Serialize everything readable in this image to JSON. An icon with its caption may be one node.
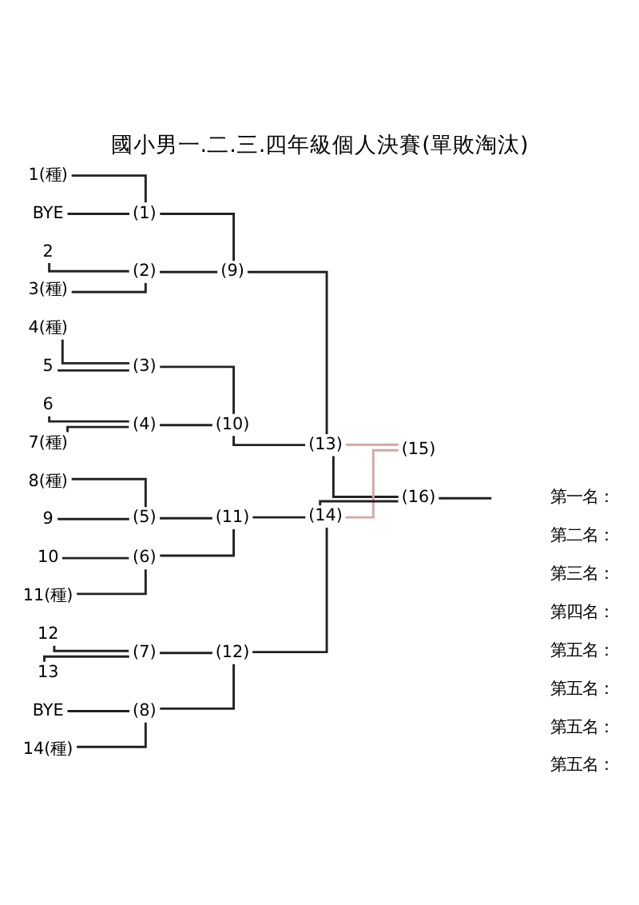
{
  "diagram": {
    "title": "國小男一.二.三.四年級個人決賽(單敗淘汰)",
    "nodes": [
      {
        "text": [
          "1(種)"
        ]
      },
      {
        "text": [
          "BYE"
        ]
      },
      {
        "text": [
          "2"
        ]
      },
      {
        "text": [
          "3(種)"
        ]
      },
      {
        "text": [
          "4(種)"
        ]
      },
      {
        "text": [
          "5"
        ]
      },
      {
        "text": [
          "6"
        ]
      },
      {
        "text": [
          "7(種)"
        ]
      },
      {
        "text": [
          "8(種)"
        ]
      },
      {
        "text": [
          "9"
        ]
      },
      {
        "text": [
          "10"
        ]
      },
      {
        "text": [
          "11(種)"
        ]
      },
      {
        "text": [
          "12"
        ]
      },
      {
        "text": [
          "13"
        ]
      },
      {
        "text": [
          "BYE"
        ]
      },
      {
        "text": [
          "14(種)"
        ]
      },
      {
        "text": [
          "(1)"
        ]
      },
      {
        "text": [
          "(2)"
        ]
      },
      {
        "text": [
          "(3)"
        ]
      },
      {
        "text": [
          "(4)"
        ]
      },
      {
        "text": [
          "(5)"
        ]
      },
      {
        "text": [
          "(6)"
        ]
      },
      {
        "text": [
          "(7)"
        ]
      },
      {
        "text": [
          "(8)"
        ]
      },
      {
        "text": [
          "(9)"
        ]
      },
      {
        "text": [
          "(10)"
        ]
      },
      {
        "text": [
          "(11)"
        ]
      },
      {
        "text": [
          "(12)"
        ]
      },
      {
        "text": [
          "(13)"
        ]
      },
      {
        "text": [
          "(14)"
        ]
      },
      {
        "text": [
          "(15)"
        ]
      },
      {
        "text": [
          "(16)"
        ]
      }
    ],
    "edges": [
      {
        "from": 0,
        "to": 16,
        "arrow": "none"
      },
      {
        "from": 1,
        "to": 16,
        "arrow": "none"
      },
      {
        "from": 2,
        "to": 17,
        "arrow": "none"
      },
      {
        "from": 3,
        "to": 17,
        "arrow": "none"
      },
      {
        "from": 4,
        "to": 18,
        "arrow": "none"
      },
      {
        "from": 5,
        "to": 18,
        "arrow": "none"
      },
      {
        "from": 6,
        "to": 19,
        "arrow": "none"
      },
      {
        "from": 7,
        "to": 19,
        "arrow": "none"
      },
      {
        "from": 8,
        "to": 20,
        "arrow": "none"
      },
      {
        "from": 9,
        "to": 20,
        "arrow": "none"
      },
      {
        "from": 10,
        "to": 21,
        "arrow": "none"
      },
      {
        "from": 11,
        "to": 21,
        "arrow": "none"
      },
      {
        "from": 12,
        "to": 22,
        "arrow": "none"
      },
      {
        "from": 13,
        "to": 22,
        "arrow": "none"
      },
      {
        "from": 14,
        "to": 23,
        "arrow": "none"
      },
      {
        "from": 15,
        "to": 23,
        "arrow": "none"
      },
      {
        "from": 16,
        "to": 24,
        "arrow": "none"
      },
      {
        "from": 17,
        "to": 24,
        "arrow": "none"
      },
      {
        "from": 18,
        "to": 25,
        "arrow": "none"
      },
      {
        "from": 19,
        "to": 25,
        "arrow": "none"
      },
      {
        "from": 20,
        "to": 26,
        "arrow": "none"
      },
      {
        "from": 21,
        "to": 26,
        "arrow": "none"
      },
      {
        "from": 22,
        "to": 27,
        "arrow": "none"
      },
      {
        "from": 23,
        "to": 27,
        "arrow": "none"
      },
      {
        "from": 24,
        "to": 28,
        "arrow": "none"
      },
      {
        "from": 25,
        "to": 28,
        "arrow": "none"
      },
      {
        "from": 26,
        "to": 29,
        "arrow": "none"
      },
      {
        "from": 27,
        "to": 29,
        "arrow": "none"
      },
      {
        "from": 28,
        "to": 30,
        "arrow": "none",
        "color": "#d4a6a6"
      },
      {
        "from": 29,
        "to": 30,
        "arrow": "none",
        "color": "#d4a6a6"
      },
      {
        "from": 28,
        "to": 31,
        "arrow": "none"
      },
      {
        "from": 29,
        "to": 31,
        "arrow": "none"
      },
      {
        "from": 31,
        "to": null,
        "arrow": "none"
      }
    ],
    "labels": [
      "第一名：",
      "第二名：",
      "第三名：",
      "第四名：",
      "第五名：",
      "第五名：",
      "第五名：",
      "第五名："
    ]
  }
}
